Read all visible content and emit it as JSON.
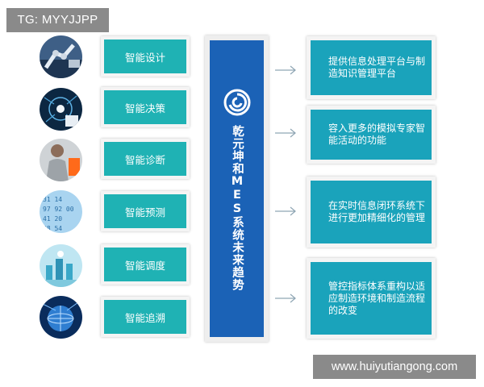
{
  "tag": "TG: MYYJJPP",
  "watermark": "www.huiyutiangong.com",
  "center": {
    "title": "乾元坤和MES系统未来趋势"
  },
  "capabilities": [
    {
      "label": "智能设计",
      "icon": "robotic-arm-photo"
    },
    {
      "label": "智能决策",
      "icon": "ai-decision-photo"
    },
    {
      "label": "智能诊断",
      "icon": "operator-photo"
    },
    {
      "label": "智能预测",
      "icon": "data-numbers-photo"
    },
    {
      "label": "智能调度",
      "icon": "smart-city-photo"
    },
    {
      "label": "智能追溯",
      "icon": "globe-network-photo"
    }
  ],
  "trends": [
    "提供信息处理平台与制造知识管理平台",
    "容入更多的模拟专家智能活动的功能",
    "在实时信息闭环系统下进行更加精细化的管理",
    "管控指标体系重构以适应制造环境和制造流程的改变"
  ],
  "colors": {
    "teal": "#1fb2b4",
    "blue": "#1b62b6",
    "trend": "#1aa3bb",
    "gray_label": "#8a8a8a"
  }
}
